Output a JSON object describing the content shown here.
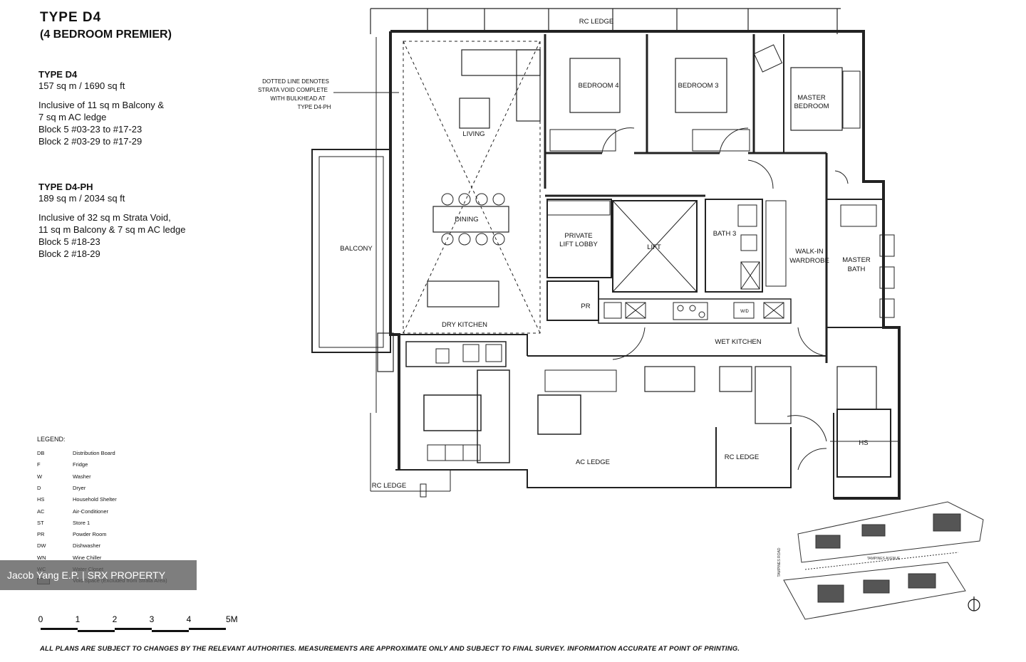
{
  "header": {
    "title": "TYPE  D4",
    "subtitle": "(4 BEDROOM PREMIER)"
  },
  "type_d4": {
    "heading": "TYPE D4",
    "area": "157 sq m / 1690 sq ft",
    "incl_1": "Inclusive of 11 sq m Balcony &",
    "incl_2": "7 sq m AC ledge",
    "block_1": "Block 5 #03-23 to #17-23",
    "block_2": "Block 2 #03-29 to #17-29"
  },
  "type_d4ph": {
    "heading": "TYPE D4-PH",
    "area": "189 sq m / 2034 sq ft",
    "incl_1": "Inclusive of 32 sq m Strata Void,",
    "incl_2": "11 sq m Balcony & 7 sq m AC ledge",
    "block_1": "Block 5 #18-23",
    "block_2": "Block 2 #18-29"
  },
  "annotation": {
    "line_1": "DOTTED LINE DENOTES",
    "line_2": "STRATA VOID COMPLETE",
    "line_3": "WITH BULKHEAD AT",
    "line_4": "TYPE D4-PH"
  },
  "rooms": {
    "rc_ledge_top": "RC LEDGE",
    "bedroom4": "BEDROOM 4",
    "bedroom3": "BEDROOM 3",
    "master_bedroom_1": "MASTER",
    "master_bedroom_2": "BEDROOM",
    "living": "LIVING",
    "dining": "DINING",
    "balcony": "BALCONY",
    "private_lift_1": "PRIVATE",
    "private_lift_2": "LIFT LOBBY",
    "lift": "LIFT",
    "bath3": "BATH 3",
    "walkin_1": "WALK-IN",
    "walkin_2": "WARDROBE",
    "master_bath_1": "MASTER",
    "master_bath_2": "BATH",
    "pr": "PR",
    "dry_kitchen": "DRY KITCHEN",
    "wet_kitchen": "WET KITCHEN",
    "ac_ledge": "AC LEDGE",
    "rc_ledge_mid": "RC LEDGE",
    "rc_ledge_bottom": "RC LEDGE",
    "hs": "HS",
    "wd": "W/D"
  },
  "legend": {
    "title": "LEGEND:",
    "items": [
      {
        "code": "DB",
        "label": "Distribution Board"
      },
      {
        "code": "F",
        "label": "Fridge"
      },
      {
        "code": "W",
        "label": "Washer"
      },
      {
        "code": "D",
        "label": "Dryer"
      },
      {
        "code": "HS",
        "label": "Household Shelter"
      },
      {
        "code": "AC",
        "label": "Air-Conditioner"
      },
      {
        "code": "ST",
        "label": "Store 1"
      },
      {
        "code": "PR",
        "label": "Powder Room"
      },
      {
        "code": "DW",
        "label": "Dishwasher"
      },
      {
        "code": "WN",
        "label": "Wine Chiller"
      },
      {
        "code": "WC",
        "label": "Water Closet"
      },
      {
        "code": "",
        "label": "Void Space (Excluded from Strata Area)"
      }
    ]
  },
  "watermark": "Jacob Yang E.P. | SRX PROPERTY",
  "scale": {
    "ticks": [
      "0",
      "1",
      "2",
      "3",
      "4",
      "5M"
    ]
  },
  "site_plan": {
    "road_1": "TAMPINES AVENUE",
    "road_2": "TAMPINES ROAD"
  },
  "footnote": "ALL PLANS ARE SUBJECT TO CHANGES BY THE RELEVANT AUTHORITIES. MEASUREMENTS ARE APPROXIMATE ONLY AND SUBJECT TO FINAL SURVEY. INFORMATION ACCURATE AT POINT OF PRINTING."
}
